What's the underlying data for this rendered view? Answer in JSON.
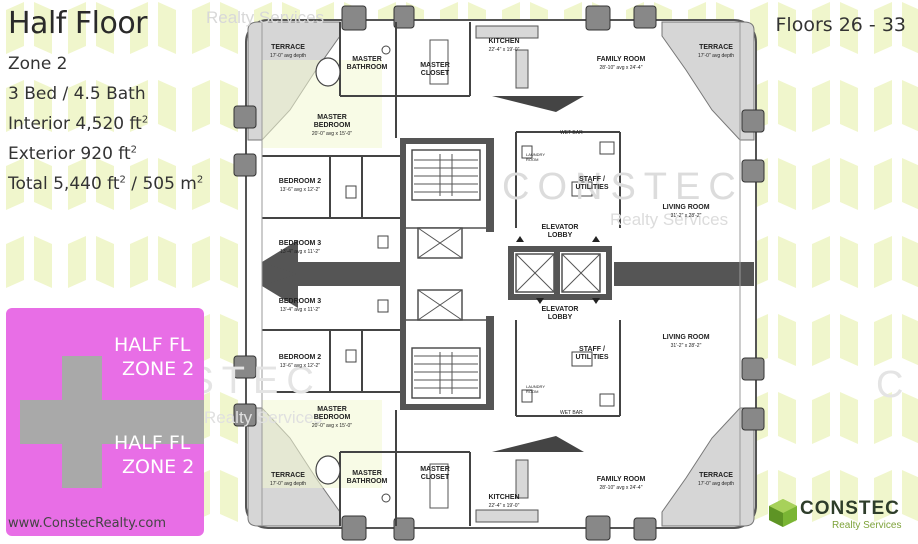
{
  "info": {
    "title": "Half Floor",
    "zone": "Zone 2",
    "beds_baths": "3 Bed / 4.5 Bath",
    "interior_label": "Interior 4,520 ft",
    "exterior_label": "Exterior 920 ft",
    "total_label": "Total 5,440 ft",
    "total_metric": " / 505 m",
    "sup": "2"
  },
  "floors": "Floors 26 - 33",
  "website": "www.ConstecRealty.com",
  "keymap": {
    "top_line1": "HALF FL",
    "top_line2": "ZONE 2",
    "bottom_line1": "HALF FL",
    "bottom_line2": "ZONE 2",
    "highlight_color": "#e86ee6",
    "core_color": "#a9a9a9"
  },
  "logo": {
    "name": "CONSTEC",
    "sub": "Realty Services",
    "color": "#7ab534"
  },
  "watermark": {
    "name": "CONSTEC",
    "sub": "Realty Services"
  },
  "rooms": {
    "terrace_tl": {
      "name": "TERRACE",
      "dim": "17'-0\" avg depth"
    },
    "terrace_tr": {
      "name": "TERRACE",
      "dim": "17'-0\" avg depth"
    },
    "terrace_bl": {
      "name": "TERRACE",
      "dim": "17'-0\" avg depth"
    },
    "terrace_br": {
      "name": "TERRACE",
      "dim": "17'-0\" avg depth"
    },
    "master_bath_top": {
      "name1": "MASTER",
      "name2": "BATHROOM"
    },
    "master_bath_bot": {
      "name1": "MASTER",
      "name2": "BATHROOM"
    },
    "master_closet_top": {
      "name1": "MASTER",
      "name2": "CLOSET"
    },
    "master_closet_bot": {
      "name1": "MASTER",
      "name2": "CLOSET"
    },
    "kitchen_top": {
      "name": "KITCHEN",
      "dim": "22'-4\" x 19'-0\""
    },
    "kitchen_bot": {
      "name": "KITCHEN",
      "dim": "22'-4\" x 19'-0\""
    },
    "family_top": {
      "name": "FAMILY ROOM",
      "dim": "28'-10\" avg x 24'-4\""
    },
    "family_bot": {
      "name": "FAMILY ROOM",
      "dim": "28'-10\" avg x 24'-4\""
    },
    "master_bed_top": {
      "name1": "MASTER",
      "name2": "BEDROOM",
      "dim": "20'-0\" avg x 15'-0\""
    },
    "master_bed_bot": {
      "name1": "MASTER",
      "name2": "BEDROOM",
      "dim": "20'-0\" avg x 15'-0\""
    },
    "bed2_top": {
      "name": "BEDROOM 2",
      "dim": "13'-6\" avg x 12'-2\""
    },
    "bed2_bot": {
      "name": "BEDROOM 2",
      "dim": "13'-6\" avg x 12'-2\""
    },
    "bed3_top": {
      "name": "BEDROOM 3",
      "dim": "13'-4\" avg x 11'-2\""
    },
    "bed3_bot": {
      "name": "BEDROOM 3",
      "dim": "13'-4\" avg x 11'-2\""
    },
    "living_top": {
      "name": "LIVING ROOM",
      "dim": "31'-2\" x 28'-2\""
    },
    "living_bot": {
      "name": "LIVING ROOM",
      "dim": "31'-2\" x 28'-2\""
    },
    "elev_lobby_top": {
      "name1": "ELEVATOR",
      "name2": "LOBBY"
    },
    "elev_lobby_bot": {
      "name1": "ELEVATOR",
      "name2": "LOBBY"
    },
    "staff_top": {
      "name1": "STAFF /",
      "name2": "UTILITIES"
    },
    "staff_bot": {
      "name1": "STAFF /",
      "name2": "UTILITIES"
    },
    "wetbar_top": "WET BAR",
    "wetbar_bot": "WET BAR",
    "laundry_top": "LAUNDRY ROOM",
    "laundry_bot": "LAUNDRY ROOM"
  }
}
